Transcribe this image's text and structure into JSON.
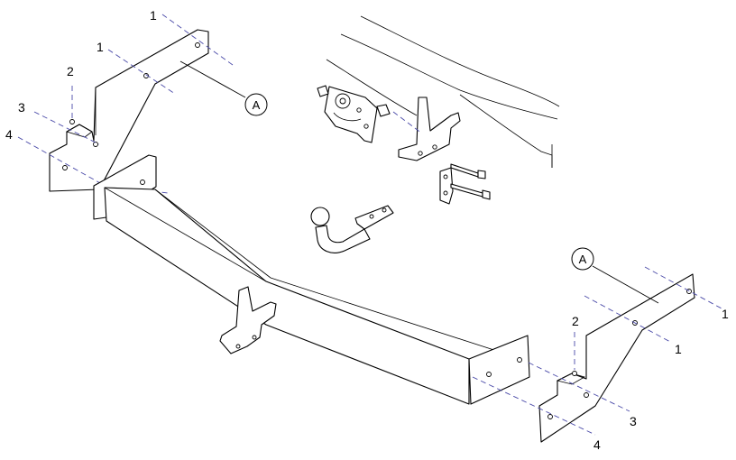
{
  "callouts": {
    "ref_a_top": "A",
    "ref_a_right": "A"
  },
  "labels": {
    "left_bracket": {
      "n1_top": "1",
      "n1_mid": "1",
      "n2": "2",
      "n3": "3",
      "n4": "4"
    },
    "right_bracket": {
      "n1_top": "1",
      "n1_mid": "1",
      "n2": "2",
      "n3": "3",
      "n4": "4"
    }
  },
  "colors": {
    "outline": "#000000",
    "center_line": "#4a4aa8",
    "background": "#ffffff"
  }
}
